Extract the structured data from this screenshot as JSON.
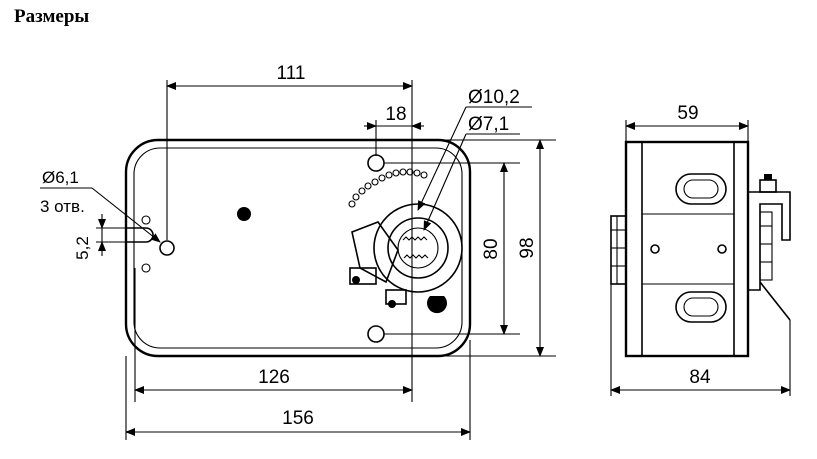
{
  "title": "Размеры",
  "front_view": {
    "dims": {
      "d111": "111",
      "d18": "18",
      "d102": "Ø10,2",
      "d71": "Ø7,1",
      "d61": "Ø6,1",
      "holes": "3 отв.",
      "d52": "5,2",
      "d80": "80",
      "d98": "98",
      "d126": "126",
      "d156": "156"
    }
  },
  "side_view": {
    "dims": {
      "d59": "59",
      "d84": "84"
    }
  }
}
